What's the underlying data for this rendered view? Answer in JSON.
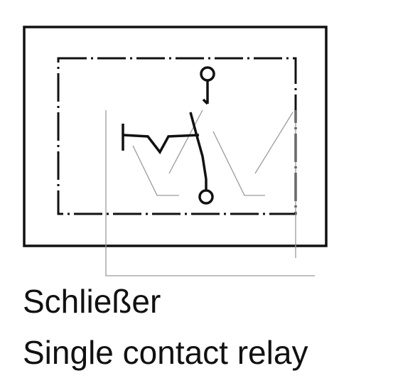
{
  "caption": {
    "german": "Schließer",
    "english": "Single contact relay"
  },
  "colors": {
    "outline": "#111111",
    "leader_lines": "#9a9a9a",
    "background": "#ffffff"
  },
  "symbol": {
    "type": "normally-open contact",
    "icons": [
      "outer-frame",
      "dash-dot-enclosure",
      "contact-terminal",
      "switch-blade",
      "actuator-mechanism",
      "leader-line"
    ]
  }
}
